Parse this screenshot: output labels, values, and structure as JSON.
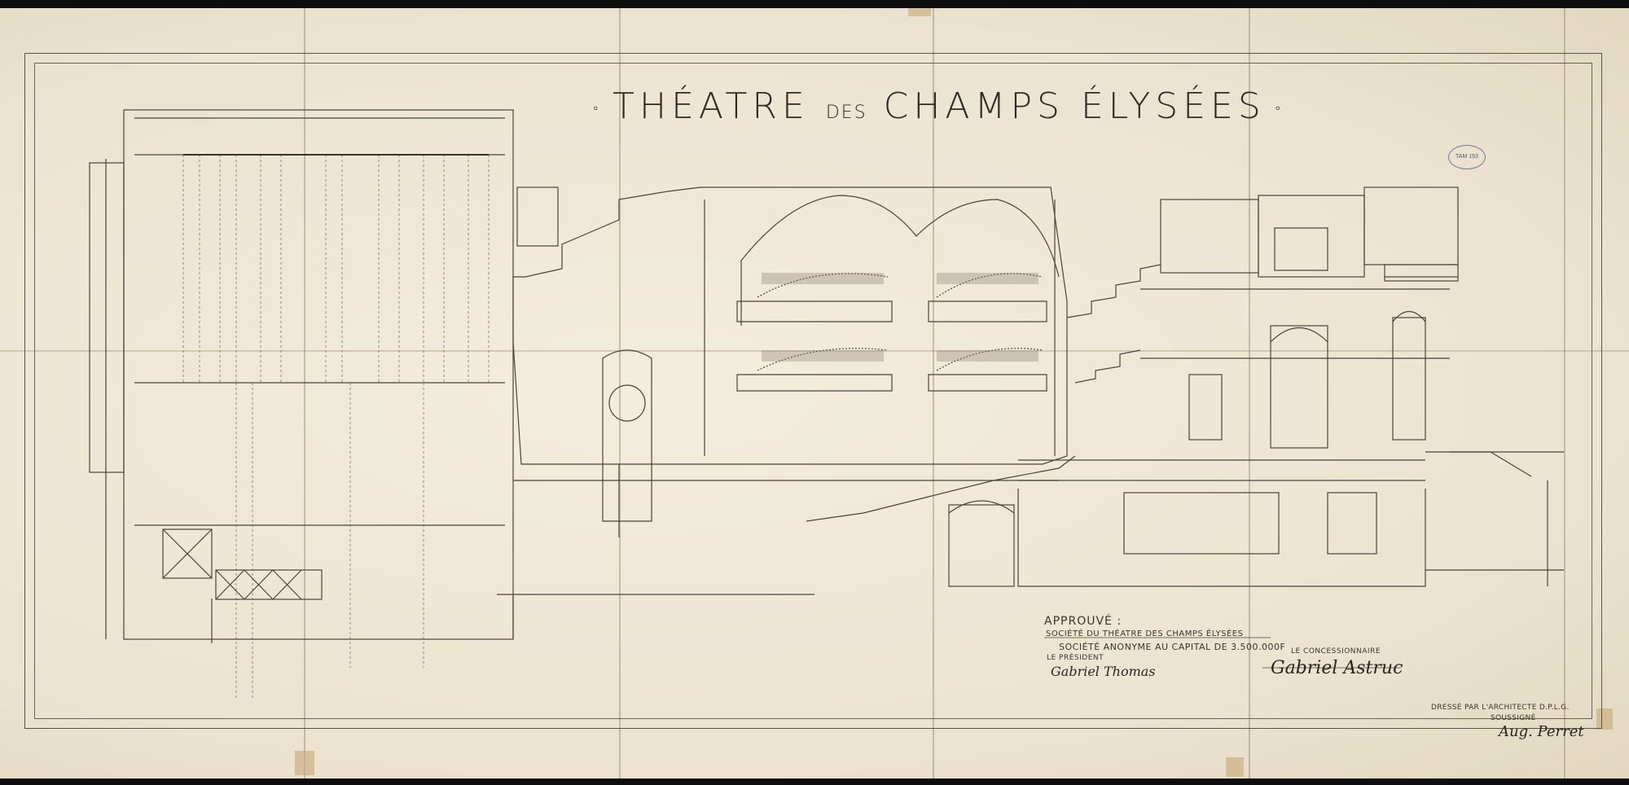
{
  "title": {
    "main": "THÉATRE",
    "connector": "DES",
    "rest": "CHAMPS ÉLYSÉES"
  },
  "approval": {
    "heading": "APPROUVÉ :",
    "company": "SOCIÉTÉ DU THÉATRE DES CHAMPS ÉLYSÉES",
    "capital": "SOCIÉTÉ ANONYME AU CAPITAL DE 3.500.000F",
    "president_label": "LE PRÉSIDENT",
    "concessionnaire_label": "LE CONCESSIONNAIRE"
  },
  "architect": {
    "line1": "DRESSÉ PAR L'ARCHITECTE D.P.L.G.",
    "line2": "SOUSSIGNÉ"
  },
  "signatures": {
    "president": "Gabriel Thomas",
    "concessionnaire": "Gabriel Astruc",
    "architect": "Aug. Perret"
  },
  "stamp": "TAM 153",
  "colors": {
    "paper": "#efe8d6",
    "ink": "#3a342c"
  }
}
